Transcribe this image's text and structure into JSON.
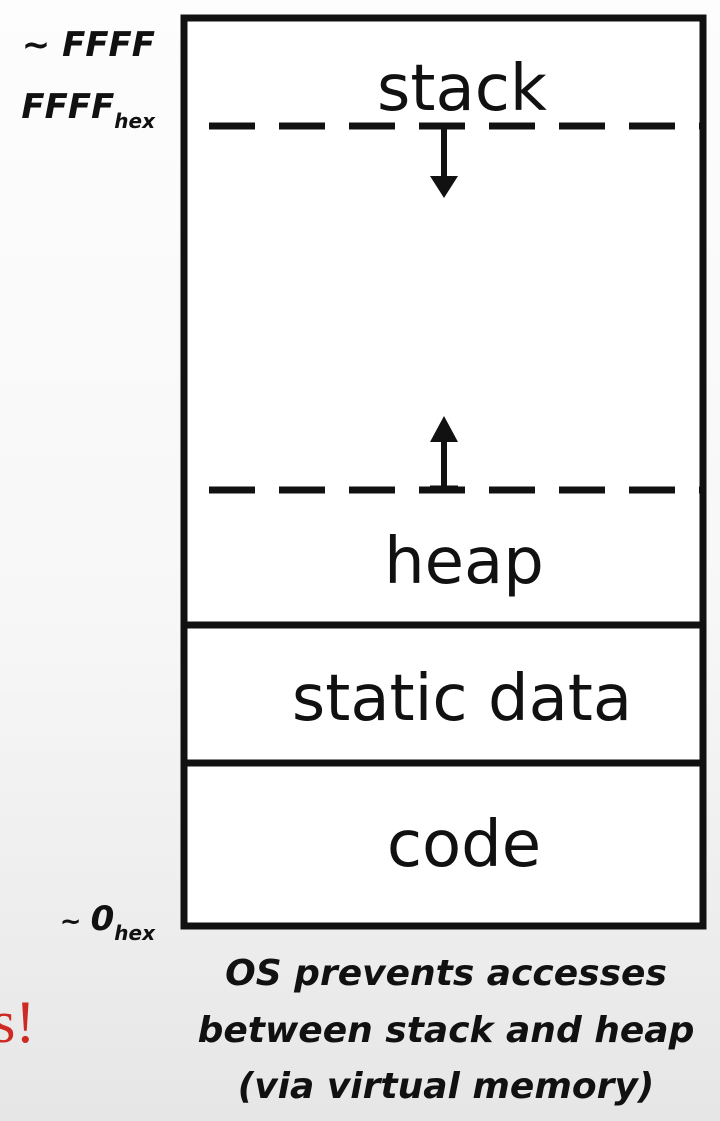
{
  "addresses": {
    "top_line1": "~ FFFF",
    "top_line2_main": "FFFF",
    "top_line2_sub": "hex",
    "bottom_prefix": "~ ",
    "bottom_main": "0",
    "bottom_sub": "hex"
  },
  "segments": {
    "stack": "stack",
    "heap": "heap",
    "static_data": "static data",
    "code": "code"
  },
  "caption": {
    "line1": "OS prevents accesses",
    "line2": "between stack and heap",
    "line3": "(via virtual memory)"
  },
  "cropped_fragment": "s!",
  "colors": {
    "ink": "#111111",
    "fragment_red": "#cc2a22"
  }
}
